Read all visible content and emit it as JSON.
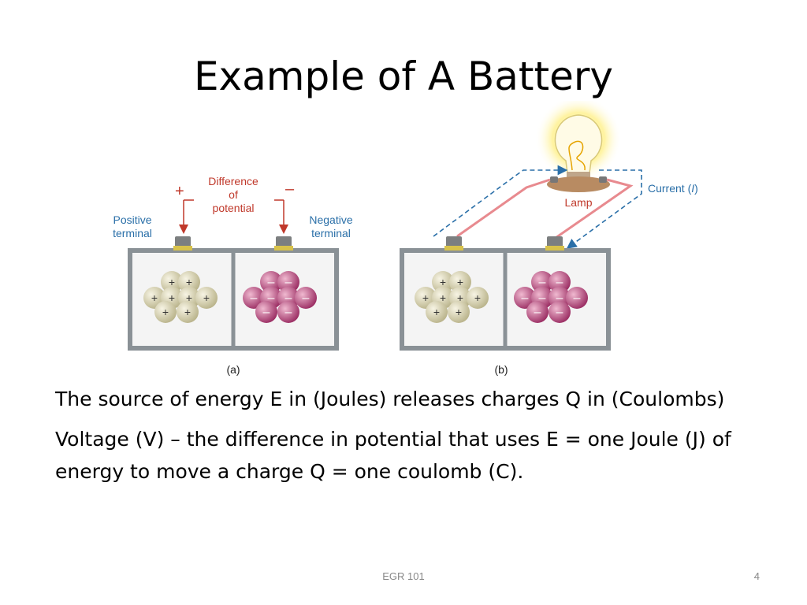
{
  "slide": {
    "title": "Example of A Battery",
    "paragraphs": [
      "The source of energy E in (Joules) releases charges Q in (Coulombs)",
      "Voltage  (V) – the difference in potential that uses E = one Joule (J) of energy to move a charge Q = one coulomb (C)."
    ]
  },
  "figure": {
    "a": {
      "caption": "(a)",
      "plus_sign": "+",
      "minus_sign": "–",
      "difference_label": [
        "Difference",
        "of",
        "potential"
      ],
      "positive_terminal": [
        "Positive",
        "terminal"
      ],
      "negative_terminal": [
        "Negative",
        "terminal"
      ]
    },
    "b": {
      "caption": "(b)",
      "lamp_label": "Lamp",
      "current_label_prefix": "Current (",
      "current_symbol": "I",
      "current_label_suffix": ")"
    },
    "colors": {
      "red_label": "#c0392b",
      "blue_label": "#2a6fa8",
      "positive_charge": "#d8d3b0",
      "negative_charge": "#b84a7c",
      "battery_frame": "#8a9196",
      "wire": "#e88a8f"
    }
  },
  "footer": {
    "center": "EGR 101",
    "page": "4"
  }
}
